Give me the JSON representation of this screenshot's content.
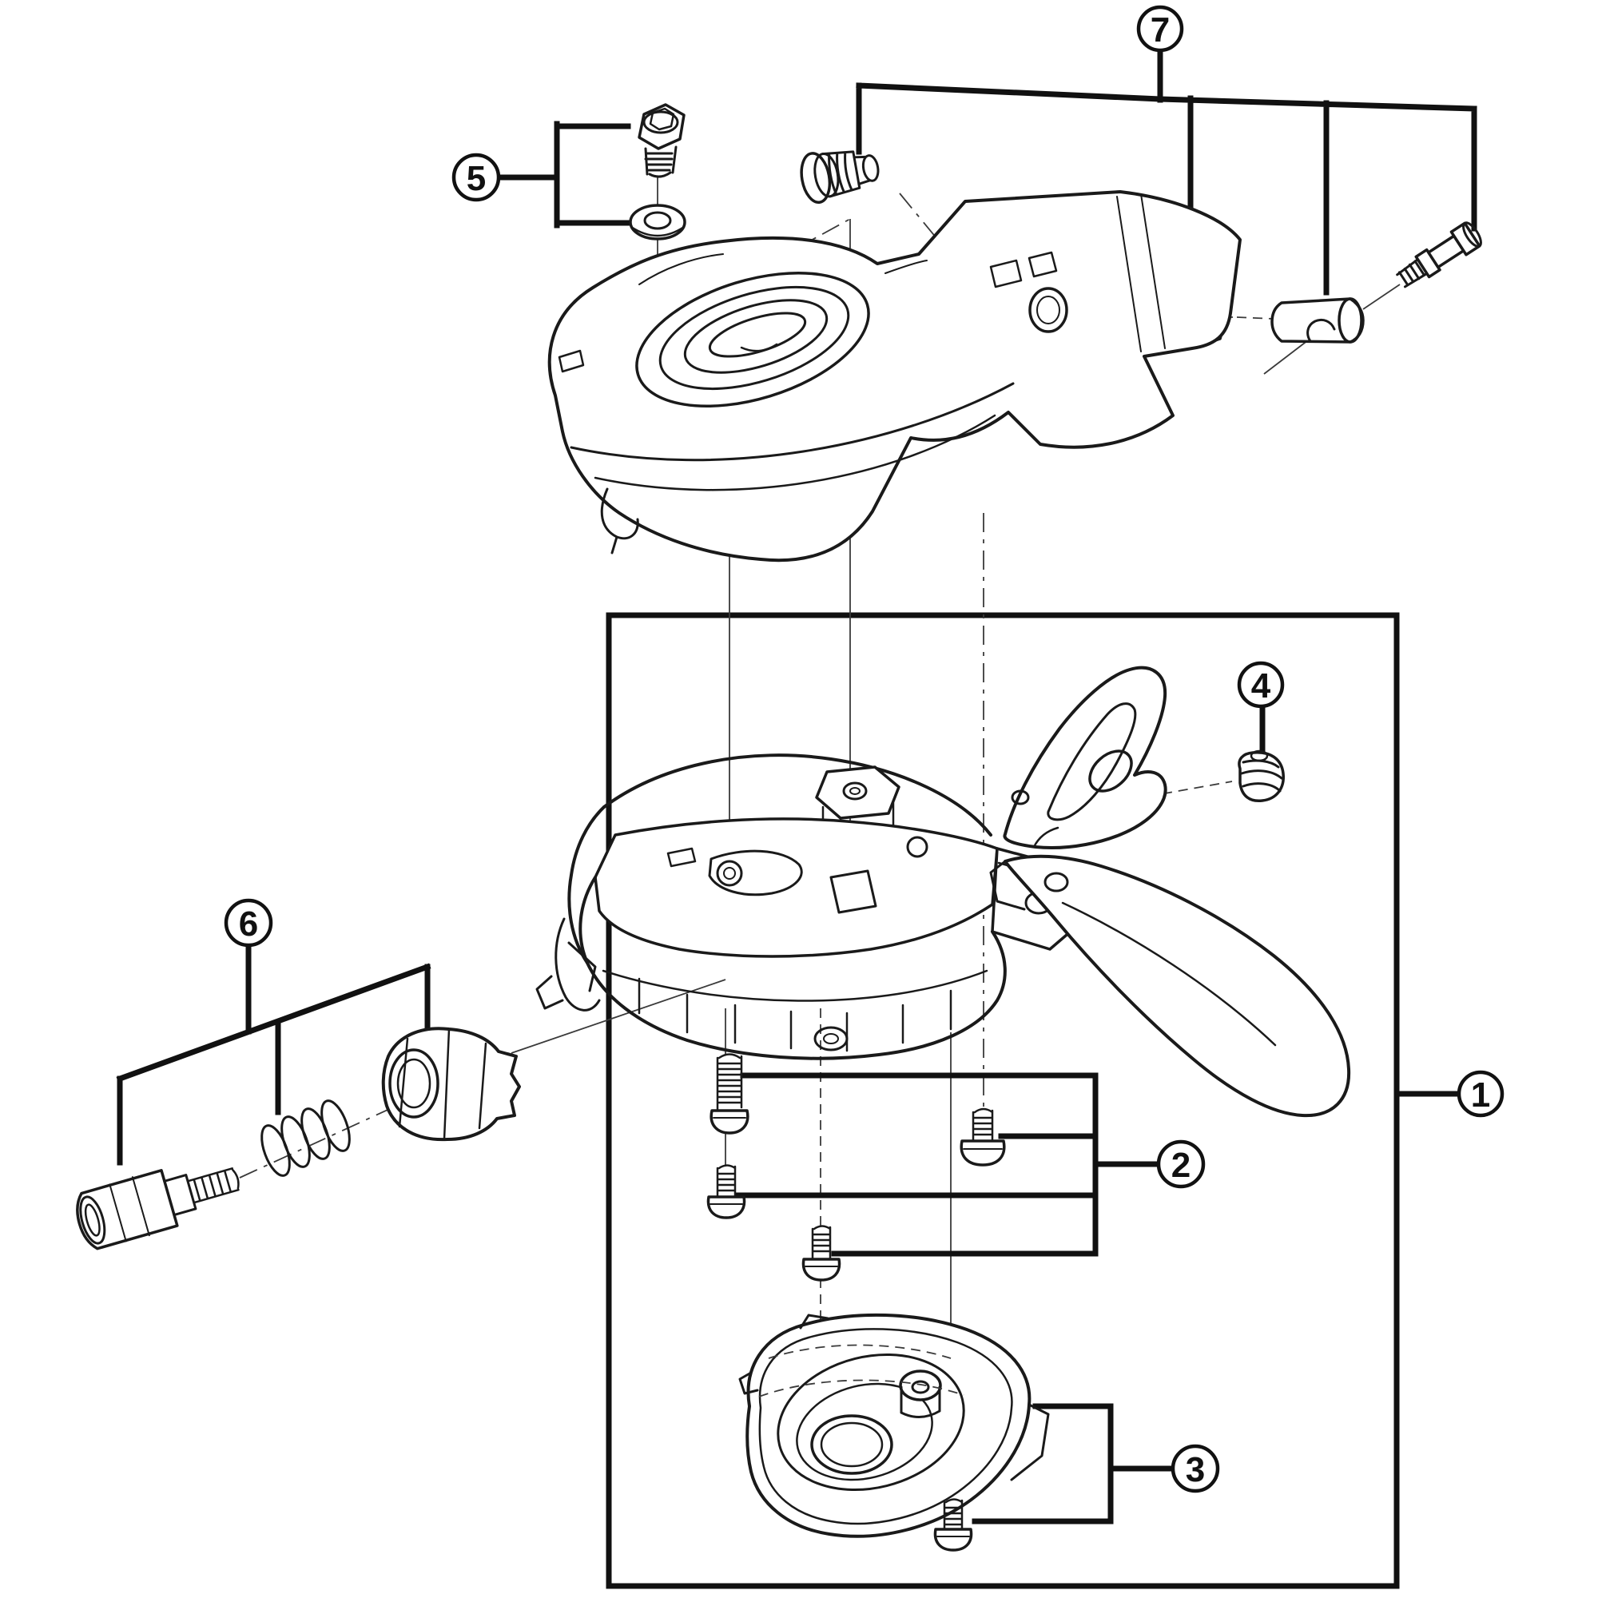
{
  "diagram": {
    "background": "#ffffff",
    "stroke_color": "#1a1a1a",
    "thin_line_color": "#3a3a3a",
    "callouts": [
      {
        "label": "1"
      },
      {
        "label": "2"
      },
      {
        "label": "3"
      },
      {
        "label": "4"
      },
      {
        "label": "5"
      },
      {
        "label": "6"
      },
      {
        "label": "7"
      }
    ]
  }
}
